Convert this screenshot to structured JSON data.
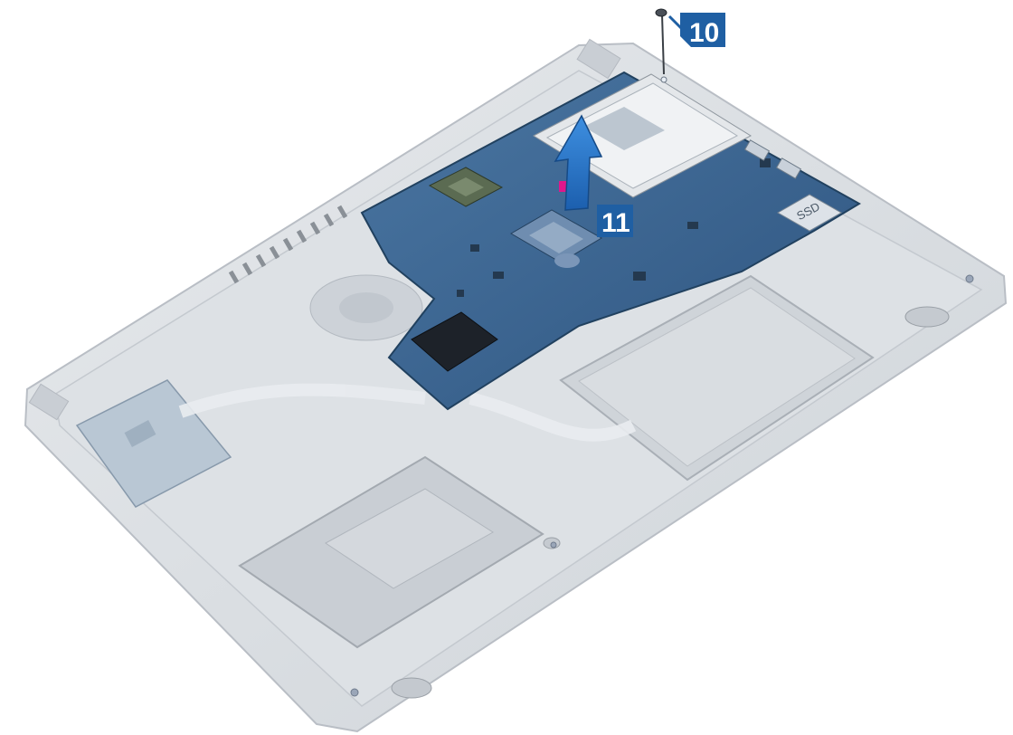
{
  "diagram": {
    "callouts": [
      {
        "id": "screw",
        "label": "10"
      },
      {
        "id": "lift",
        "label": "11"
      }
    ],
    "board_labels": {
      "ssd": "SSD"
    },
    "colors": {
      "chassis": "#d7dbe0",
      "chassis_edge": "#b9bec5",
      "board": "#3e6792",
      "board_dark": "#2c4e74",
      "callout": "#2266aa",
      "arrow": "#2a73c9",
      "highlight": "#e0178c"
    }
  }
}
